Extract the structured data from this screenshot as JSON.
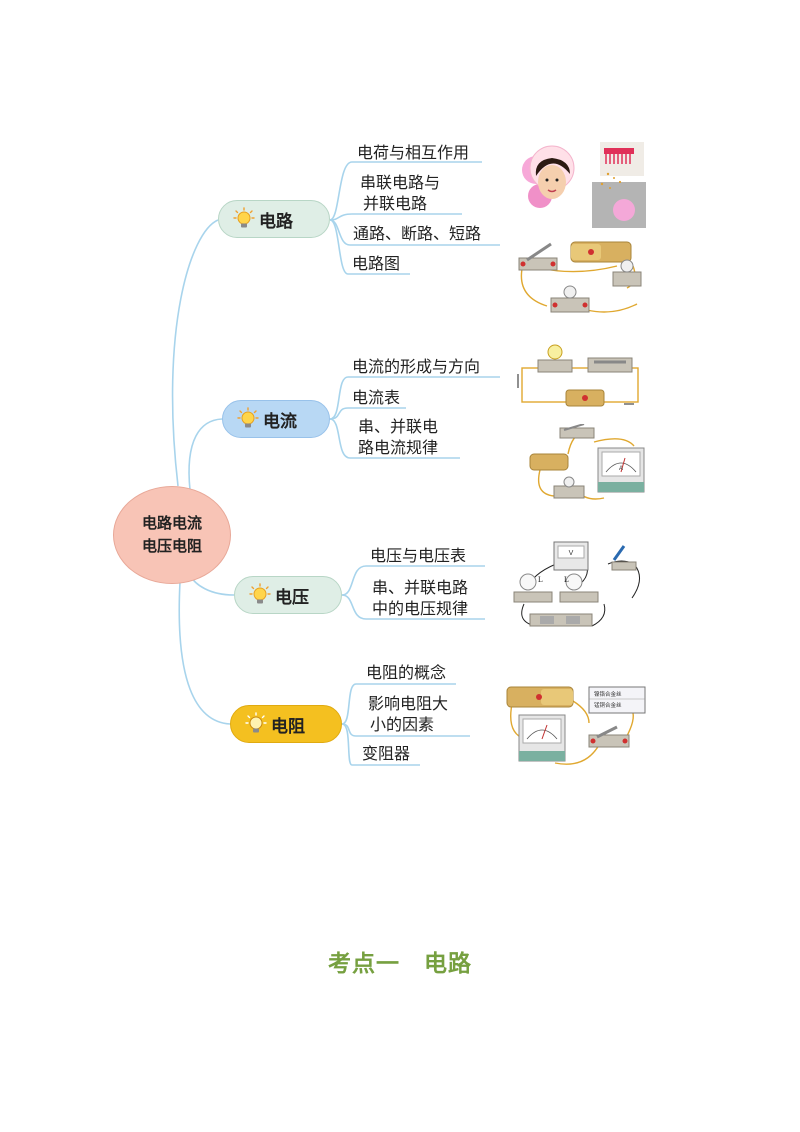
{
  "root": {
    "line1": "电路电流",
    "line2": "电压电阻"
  },
  "branches": [
    {
      "label": "电路",
      "leaves": [
        {
          "lines": [
            "电荷与相互作用"
          ]
        },
        {
          "lines": [
            "串联电路与",
            "并联电路"
          ]
        },
        {
          "lines": [
            "通路、断路、短路"
          ]
        },
        {
          "lines": [
            "电路图"
          ]
        }
      ]
    },
    {
      "label": "电流",
      "leaves": [
        {
          "lines": [
            "电流的形成与方向"
          ]
        },
        {
          "lines": [
            "电流表"
          ]
        },
        {
          "lines": [
            "串、并联电",
            "路电流规律"
          ]
        }
      ]
    },
    {
      "label": "电压",
      "leaves": [
        {
          "lines": [
            "电压与电压表"
          ]
        },
        {
          "lines": [
            "串、并联电路",
            "中的电压规律"
          ]
        }
      ]
    },
    {
      "label": "电阻",
      "leaves": [
        {
          "lines": [
            "电阻的概念"
          ]
        },
        {
          "lines": [
            "影响电阻大",
            "小的因素"
          ]
        },
        {
          "lines": [
            "变阻器"
          ]
        }
      ]
    }
  ],
  "figures": {
    "voltmeter_mark": "V",
    "lamp_mark": "L",
    "ammeter_mark": "A",
    "wire_labels": [
      "镍铬合金丝",
      "锰铜合金丝"
    ]
  },
  "section_title": {
    "part1": "考点一",
    "part2": "电路"
  },
  "colors": {
    "connector": "#a8d4ec",
    "root_fill": "#f8c4b6",
    "branch_circuit": "#dfeee6",
    "branch_current": "#b8d8f4",
    "branch_voltage": "#dfeee6",
    "branch_resistance": "#f4c020",
    "title": "#76a040"
  }
}
